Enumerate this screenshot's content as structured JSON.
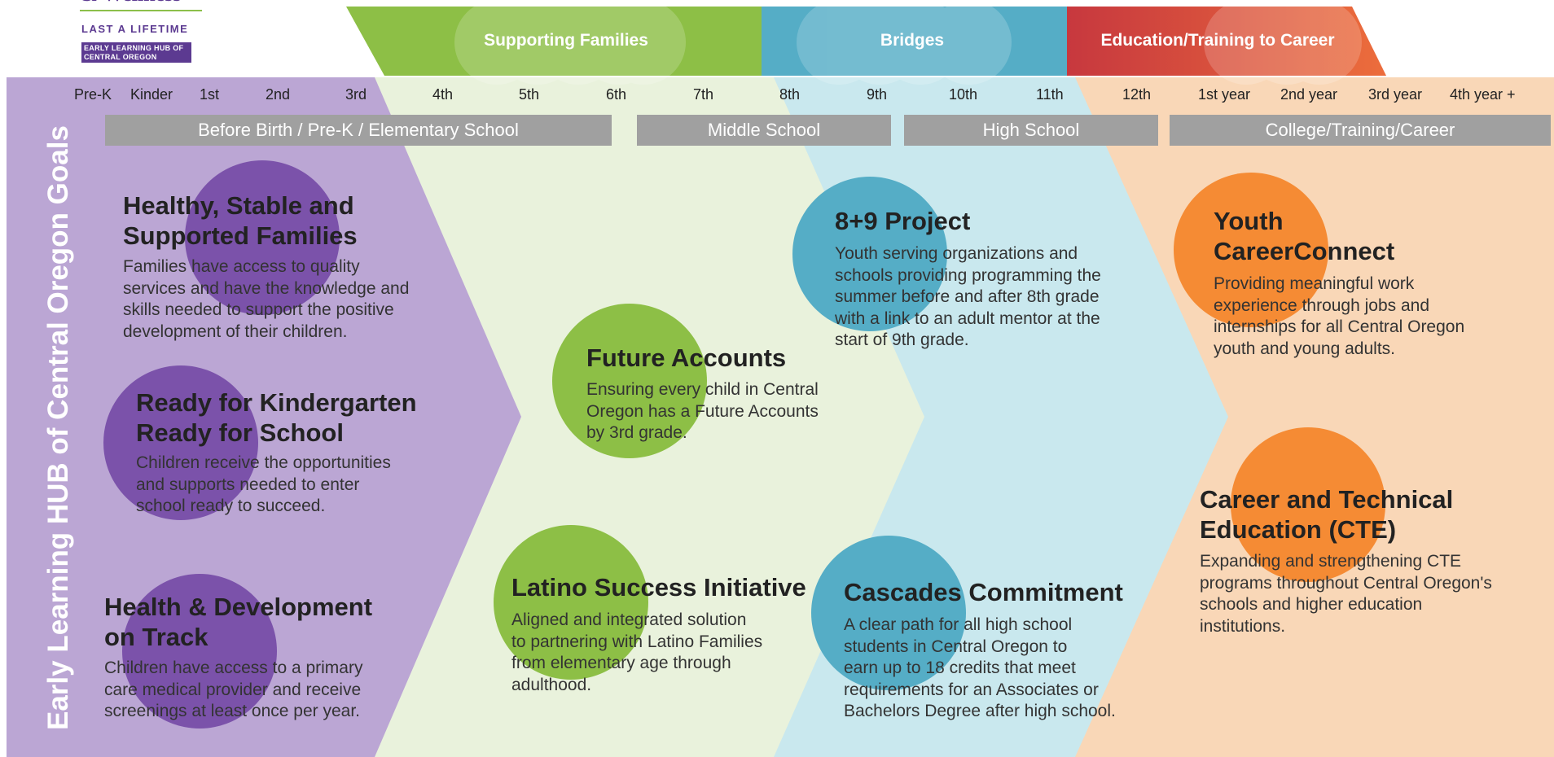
{
  "logo": {
    "brand": "& Wellness",
    "tagline": "LAST A LIFETIME",
    "box_text": "EARLY LEARNING HUB OF CENTRAL OREGON"
  },
  "colors": {
    "purple_band": "#bba6d4",
    "green_band": "#e9f2dc",
    "blue_band": "#c9e8ee",
    "peach_band": "#f9d7b7",
    "supporting_families": "#8dbf46",
    "bridges": "#55adc6",
    "education_red": "#c7383e",
    "education_orange": "#ec6d3c",
    "purple_circle": "#7b52aa",
    "green_circle": "#8dbf46",
    "blue_circle": "#55adc6",
    "orange_circle": "#f58b34",
    "stage_bar": "#a0a0a0"
  },
  "bands": [
    {
      "label": "Supporting Families"
    },
    {
      "label": "Bridges"
    },
    {
      "label": "Education/Training to Career"
    }
  ],
  "grades": [
    "Pre-K",
    "Kinder",
    "1st",
    "2nd",
    "3rd",
    "4th",
    "5th",
    "6th",
    "7th",
    "8th",
    "9th",
    "10th",
    "11th",
    "12th",
    "1st year",
    "2nd year",
    "3rd year",
    "4th year +"
  ],
  "stages": [
    "Before Birth / Pre-K / Elementary School",
    "Middle School",
    "High School",
    "College/Training/Career"
  ],
  "vertical_title": "Early Learning HUB of Central Oregon Goals",
  "goals": [
    {
      "title": "Healthy, Stable and\nSupported Families",
      "desc": "Families have access to quality\nservices and have the knowledge and\nskills needed to support the positive\ndevelopment of their children."
    },
    {
      "title": "Ready for Kindergarten\nReady for School",
      "desc": "Children receive the opportunities\nand supports needed to enter\nschool ready to succeed."
    },
    {
      "title": "Health & Development\non Track",
      "desc": "Children have access to a primary\ncare medical provider and receive\nscreenings at least once per year."
    },
    {
      "title": "Future Accounts",
      "desc": "Ensuring every child in Central\nOregon has a Future Accounts\nby 3rd grade."
    },
    {
      "title": "Latino Success Initiative",
      "desc": "Aligned and integrated solution\nto partnering with Latino Families\nfrom elementary age through\nadulthood."
    },
    {
      "title": "8+9 Project",
      "desc": "Youth serving organizations and\nschools providing programming the\nsummer before and after 8th grade\nwith a link to an adult mentor at the\nstart of 9th grade."
    },
    {
      "title": "Cascades Commitment",
      "desc": "A clear path for all high school\nstudents in Central Oregon to\nearn up to 18 credits that meet\nrequirements for an Associates or\nBachelors Degree after high school."
    },
    {
      "title": "Youth\nCareerConnect",
      "desc": "Providing meaningful work\nexperience through jobs and\ninternships for all Central Oregon\nyouth and young adults."
    },
    {
      "title": "Career and Technical\nEducation (CTE)",
      "desc": "Expanding and strengthening CTE\nprograms throughout Central Oregon's\nschools and higher education\ninstitutions."
    }
  ]
}
